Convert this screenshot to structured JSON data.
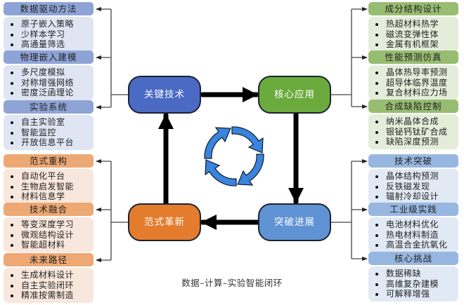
{
  "caption": "数据–计算–实验智能闭环",
  "nodes": {
    "key_tech": {
      "label": "关键技术",
      "color": "#4a6ac4"
    },
    "core_app": {
      "label": "核心应用",
      "color": "#6bab3d"
    },
    "breakthrough": {
      "label": "突破进展",
      "color": "#6093d4"
    },
    "paradigm": {
      "label": "范式革新",
      "color": "#e47c2e"
    }
  },
  "left_top": [
    {
      "title": "数据驱动方法",
      "items": [
        "原子嵌入策略",
        "少样本学习",
        "高通量筛选"
      ]
    },
    {
      "title": "物理嵌入建模",
      "items": [
        "多尺度模拟",
        "对称增强网络",
        "密度泛函理论"
      ]
    },
    {
      "title": "实验系统",
      "items": [
        "自主实验室",
        "智能监控",
        "开放信息平台"
      ]
    }
  ],
  "left_bottom": [
    {
      "title": "范式重构",
      "items": [
        "自动化平台",
        "生物启发智能",
        "材料信息学"
      ]
    },
    {
      "title": "技术融合",
      "items": [
        "等变深度学习",
        "微观结构设计",
        "智能超材料"
      ]
    },
    {
      "title": "未来路径",
      "items": [
        "生成材料设计",
        "自主实验闭环",
        "精准按需制造"
      ]
    }
  ],
  "right_top": [
    {
      "title": "成分结构设计",
      "items": [
        "热超材料热学",
        "磁流变弹性体",
        "金属有机框架"
      ]
    },
    {
      "title": "性能预测仿真",
      "items": [
        "晶体热导率预测",
        "超导体临界温度",
        "复合材料应力场"
      ]
    },
    {
      "title": "合成缺陷控制",
      "items": [
        "纳米晶体合成",
        "银铋钙钛矿合成",
        "缺陷深度预测"
      ]
    }
  ],
  "right_bottom": [
    {
      "title": "技术突破",
      "items": [
        "晶体结构预测",
        "反铁磁发现",
        "辐射冷却设计"
      ]
    },
    {
      "title": "工业级实践",
      "items": [
        "电池材料优化",
        "热电材料制造",
        "高温合金抗氧化"
      ]
    },
    {
      "title": "核心挑战",
      "items": [
        "数据稀缺",
        "高维复杂建模",
        "可解释增强"
      ]
    }
  ],
  "icons": {
    "center": "cycle-arrows-icon"
  }
}
